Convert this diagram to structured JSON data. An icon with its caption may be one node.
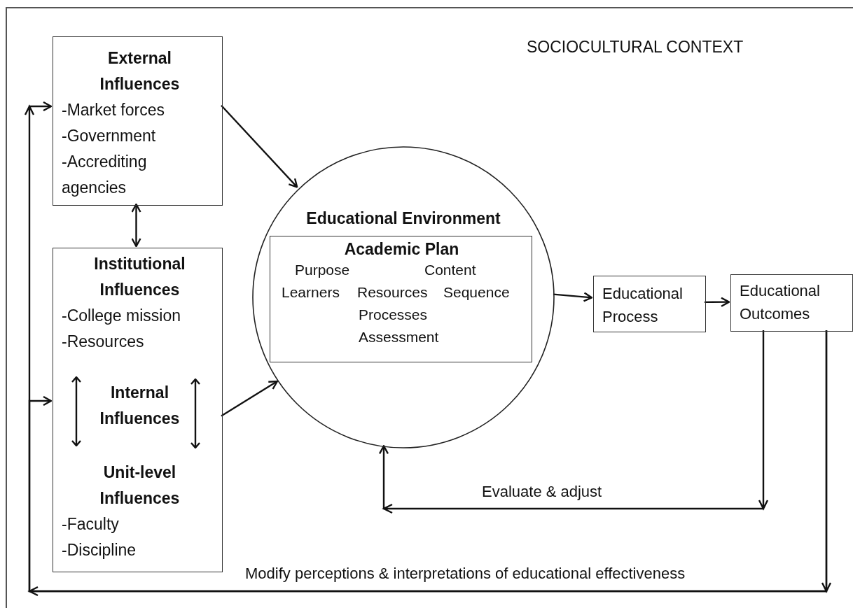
{
  "diagram": {
    "nodes": [
      {
        "text": [
          "SOCIOCULTURAL CONTEXT"
        ]
      },
      {
        "text": [
          "External Influences",
          "-Market forces",
          "-Government",
          "-Accrediting agencies"
        ],
        "in": 0
      },
      {
        "text": [
          "Institutional Influences",
          "-College mission",
          "-Resources",
          "Internal Influences",
          "Unit-level Influences",
          "-Faculty",
          "-Discipline"
        ],
        "in": 0
      },
      {
        "text": [
          "Educational Environment"
        ],
        "in": 0
      },
      {
        "text": [
          "Academic Plan",
          "Purpose",
          "Content",
          "Learners",
          "Resources",
          "Sequence",
          "Processes",
          "Assessment"
        ],
        "in": 3
      },
      {
        "text": [
          "Educational Process"
        ],
        "in": 0
      },
      {
        "text": [
          "Educational Outcomes"
        ],
        "in": 0
      }
    ],
    "edges": [
      {
        "from": 1,
        "to": 3,
        "arrow": "to"
      },
      {
        "from": 1,
        "to": 2,
        "arrow": "both"
      },
      {
        "from": 2,
        "to": 3,
        "arrow": "to"
      },
      {
        "from": 3,
        "to": 5,
        "arrow": "to"
      },
      {
        "from": 5,
        "to": 6,
        "arrow": "to"
      },
      {
        "from": 6,
        "to": 3,
        "arrow": "to",
        "label": "Evaluate & adjust"
      },
      {
        "from": 6,
        "to": 1,
        "arrow": "to",
        "label": "Modify perceptions & interpretations of educational effectiveness"
      },
      {
        "from": 6,
        "to": 2,
        "arrow": "to"
      }
    ]
  }
}
